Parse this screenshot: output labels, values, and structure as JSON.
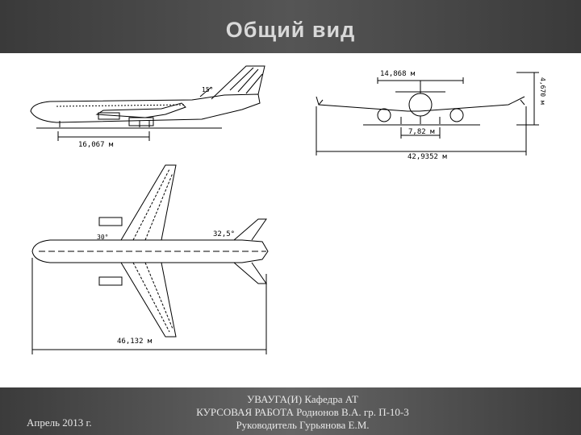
{
  "slide": {
    "title": "Общий вид"
  },
  "drawings": {
    "side_view": {
      "angle_label": "15°",
      "length_label": "16,067 м"
    },
    "front_view": {
      "span_top_label": "14,868 м",
      "height_label": "4,670 м",
      "track_label": "7,82 м",
      "span_label": "42,9352 м"
    },
    "top_view": {
      "angle_left_label": "30°",
      "angle_right_label": "32,5°",
      "length_label": "46,132 м"
    }
  },
  "footer": {
    "date": "Апрель 2013 г.",
    "line1": "УВАУГА(И) Кафедра АТ",
    "line2": "КУРСОВАЯ РАБОТА Родионов В.А. гр. П-10-3",
    "line3": "Руководитель Гурьянова Е.М."
  }
}
